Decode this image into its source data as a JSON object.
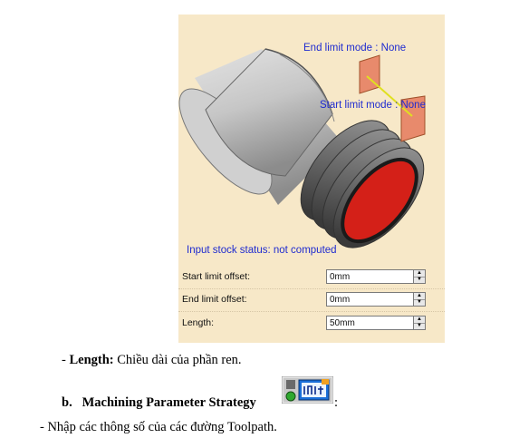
{
  "viewport": {
    "end_limit_label": "End limit mode : None",
    "start_limit_label": "Start limit mode : None",
    "stock_status": "Input stock status: not computed"
  },
  "params": [
    {
      "label": "Start limit offset:",
      "value": "0mm"
    },
    {
      "label": "End limit offset:",
      "value": "0mm"
    },
    {
      "label": "Length:",
      "value": "50mm"
    }
  ],
  "doc": {
    "length_prefix": "- ",
    "length_term": "Length:",
    "length_desc": " Chiều dài của phần ren.",
    "section_letter": "b.",
    "section_title": "Machining Parameter Strategy",
    "section_colon": ":",
    "toolpath_text": "- Nhập các thông số của các đường Toolpath."
  },
  "icons": {
    "strategy": "machining-strategy-icon"
  }
}
